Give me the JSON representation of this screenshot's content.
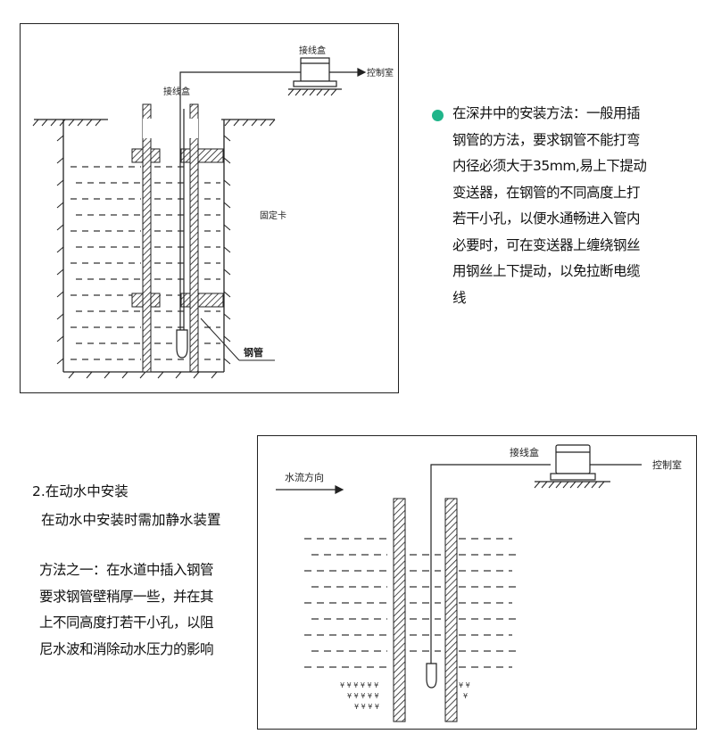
{
  "diagram1": {
    "labels": {
      "junction_box_top": "接线盒",
      "control_room": "控制室",
      "junction_box_pipe": "接线盒",
      "clamp": "固定卡",
      "steel_pipe": "钢管"
    }
  },
  "diagram2": {
    "labels": {
      "flow_direction": "水流方向",
      "junction_box": "接线盒",
      "control_room": "控制室"
    }
  },
  "text1": {
    "lines": [
      "在深井中的安装方法：一般用插",
      "钢管的方法，要求钢管不能打弯",
      "内径必须大于35mm,易上下提动",
      "变送器，在钢管的不同高度上打",
      "若干小孔，以便水通畅进入管内",
      "必要时，可在变送器上缠绕钢丝",
      "用钢丝上下提动，以免拉断电缆",
      "线"
    ]
  },
  "text2": {
    "title": "2.在动水中安装",
    "subtitle": "在动水中安装时需加静水装置",
    "lines": [
      "方法之一：在水道中插入钢管",
      "要求钢管壁稍厚一些，并在其",
      "上不同高度打若干小孔，以阻",
      "尼水波和消除动水压力的影响"
    ]
  },
  "colors": {
    "bullet": "#1fb58a",
    "line": "#222222"
  }
}
